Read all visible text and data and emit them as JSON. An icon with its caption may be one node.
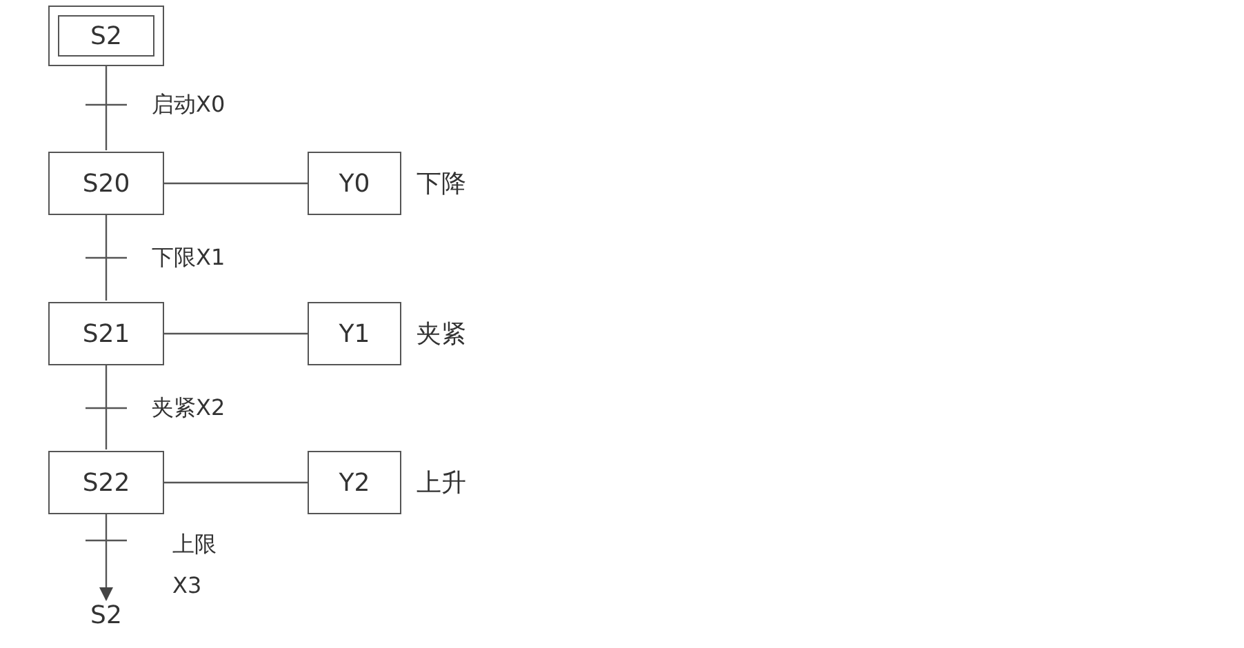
{
  "diagram": {
    "nodes": [
      {
        "text": [
          "S2"
        ]
      },
      {
        "text": [
          "S20"
        ]
      },
      {
        "text": [
          "Y0"
        ],
        "beside": [
          "下降"
        ]
      },
      {
        "text": [
          "S21"
        ]
      },
      {
        "text": [
          "Y1"
        ],
        "beside": [
          "夹紧"
        ]
      },
      {
        "text": [
          "S22"
        ]
      },
      {
        "text": [
          "Y2"
        ],
        "beside": [
          "上升"
        ]
      },
      {
        "text": [
          "S2"
        ]
      }
    ],
    "edges": [
      {
        "from": 0,
        "to": 1,
        "arrow": "none",
        "label": "启动X0"
      },
      {
        "from": 1,
        "to": 2,
        "arrow": "none"
      },
      {
        "from": 1,
        "to": 3,
        "arrow": "none",
        "label": "下限X1"
      },
      {
        "from": 3,
        "to": 4,
        "arrow": "none"
      },
      {
        "from": 3,
        "to": 5,
        "arrow": "none",
        "label": "夹紧X2"
      },
      {
        "from": 5,
        "to": 6,
        "arrow": "none"
      },
      {
        "from": 5,
        "to": 7,
        "arrow": "to",
        "label": "上限X3"
      }
    ]
  }
}
